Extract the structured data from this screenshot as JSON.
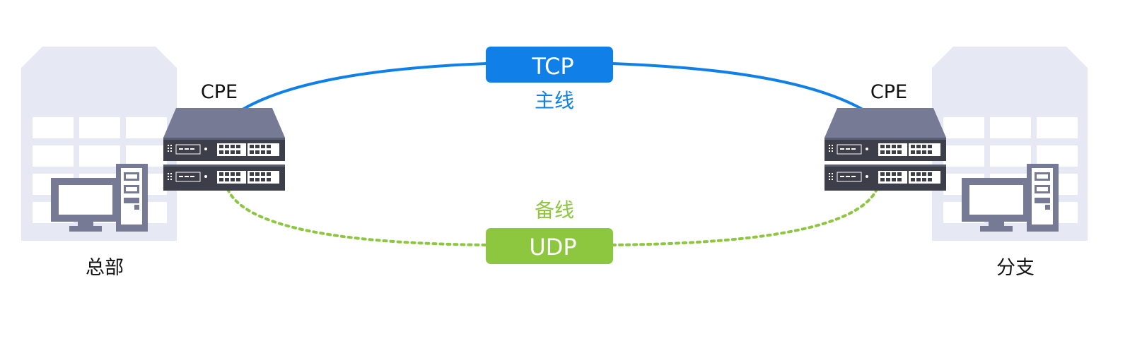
{
  "links": {
    "primary": {
      "protocol": "TCP",
      "label": "主线",
      "color": "#1080e8"
    },
    "backup": {
      "protocol": "UDP",
      "label": "备线",
      "color": "#8dc63f"
    }
  },
  "sites": {
    "hq": {
      "name": "总部",
      "device": "CPE"
    },
    "branch": {
      "name": "分支",
      "device": "CPE"
    }
  },
  "colors": {
    "building": "#e6e9f3",
    "building_window": "#ffffff",
    "device": "#767a94",
    "device_dark": "#5a5e72",
    "device_face": "#3c3e4a",
    "computer": "#767a94"
  },
  "icons": [
    "building-icon",
    "switch-icon",
    "computer-icon"
  ]
}
